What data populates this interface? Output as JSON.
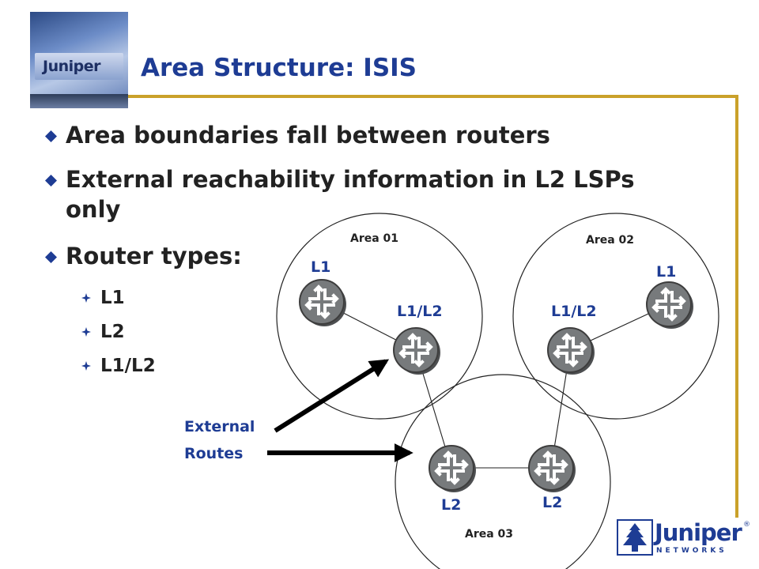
{
  "header": {
    "title": "Area Structure: ISIS",
    "photo_logo_text": "Juniper"
  },
  "bullets": [
    {
      "level": 1,
      "text": "Area boundaries fall between routers"
    },
    {
      "level": 1,
      "text": "External reachability information in L2 LSPs only"
    },
    {
      "level": 1,
      "text": "Router types:"
    },
    {
      "level": 2,
      "text": "L1"
    },
    {
      "level": 2,
      "text": "L2"
    },
    {
      "level": 2,
      "text": "L1/L2"
    }
  ],
  "diagram": {
    "areas": [
      {
        "id": "area01",
        "label": "Area 01"
      },
      {
        "id": "area02",
        "label": "Area 02"
      },
      {
        "id": "area03",
        "label": "Area 03"
      }
    ],
    "routers": [
      {
        "id": "r1",
        "label": "L1"
      },
      {
        "id": "r2",
        "label": "L1/L2"
      },
      {
        "id": "r3",
        "label": "L1/L2"
      },
      {
        "id": "r4",
        "label": "L1"
      },
      {
        "id": "r5",
        "label": "L2"
      },
      {
        "id": "r6",
        "label": "L2"
      }
    ],
    "external_routes": {
      "line1": "External",
      "line2": "Routes"
    }
  },
  "footer": {
    "logo_word": "Juniper",
    "logo_sub": "NETWORKS",
    "logo_reg": "®"
  },
  "colors": {
    "title_blue": "#1e3c94",
    "frame_gold": "#caa12a",
    "router_gray": "#777a7c"
  }
}
